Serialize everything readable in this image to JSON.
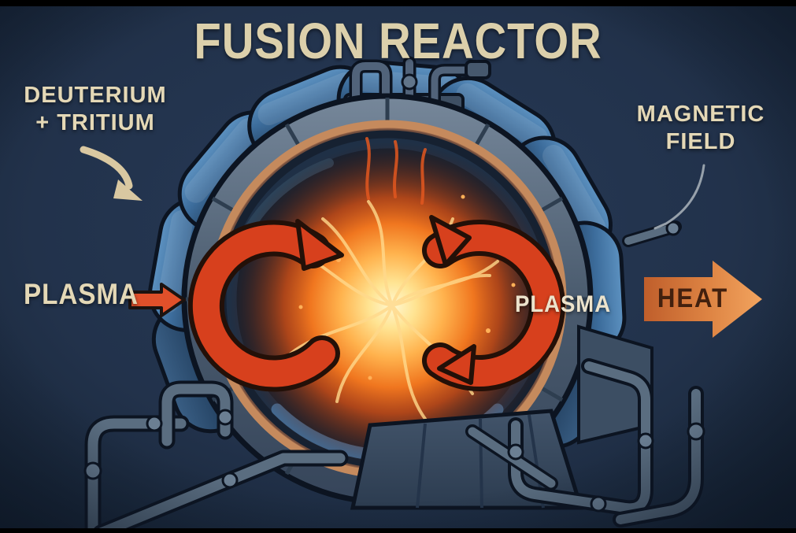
{
  "title": "FUSION REACTOR",
  "labels": {
    "fuel": {
      "line1": "DEUTERIUM",
      "line2": "+ TRITIUM"
    },
    "magnetic": {
      "line1": "MAGNETIC",
      "line2": "FIELD"
    },
    "plasma_left": "PLASMA",
    "plasma_right": "PLASMA",
    "heat": "HEAT"
  },
  "icons": {
    "fuel_arrow": "curved-arrow-down-right",
    "magnetic_leader": "curved-leader-line",
    "plasma_inlet_arrow": "block-arrow-right",
    "heat_arrow": "block-arrow-right",
    "circulation_left_arrow": "circular-arrow-clockwise",
    "circulation_right_arrow": "circular-arrow-double-ended"
  },
  "colors": {
    "background": "#22324b",
    "vignette": "#0c1523",
    "edge_bars": "#000000",
    "title_text": "#dcd0ab",
    "label_text": "#e4d8b6",
    "heat_text": "#42200e",
    "heat_arrow_dark": "#bf5e2b",
    "heat_arrow_light": "#f2a45f",
    "inlet_arrow": "#e0502a",
    "rotation_arrow": "#d7401d",
    "rotation_arrow_outline": "#231008",
    "fuel_arrow": "#d9c8a1",
    "leader_line": "#97a1ab",
    "coil_light": "#5d92c1",
    "coil_dark": "#1b3450",
    "chamber_rim": "#55667a",
    "chamber_lining": "#c58a5d",
    "chamber_interior": "#162131",
    "plasma_core": "#fff6cf",
    "plasma_mid": "#ffb04a",
    "plasma_outer": "#e2571f",
    "plasma_tendril": "#ffd98c",
    "pipe": "#5a6d80",
    "outline": "#0c1421"
  }
}
